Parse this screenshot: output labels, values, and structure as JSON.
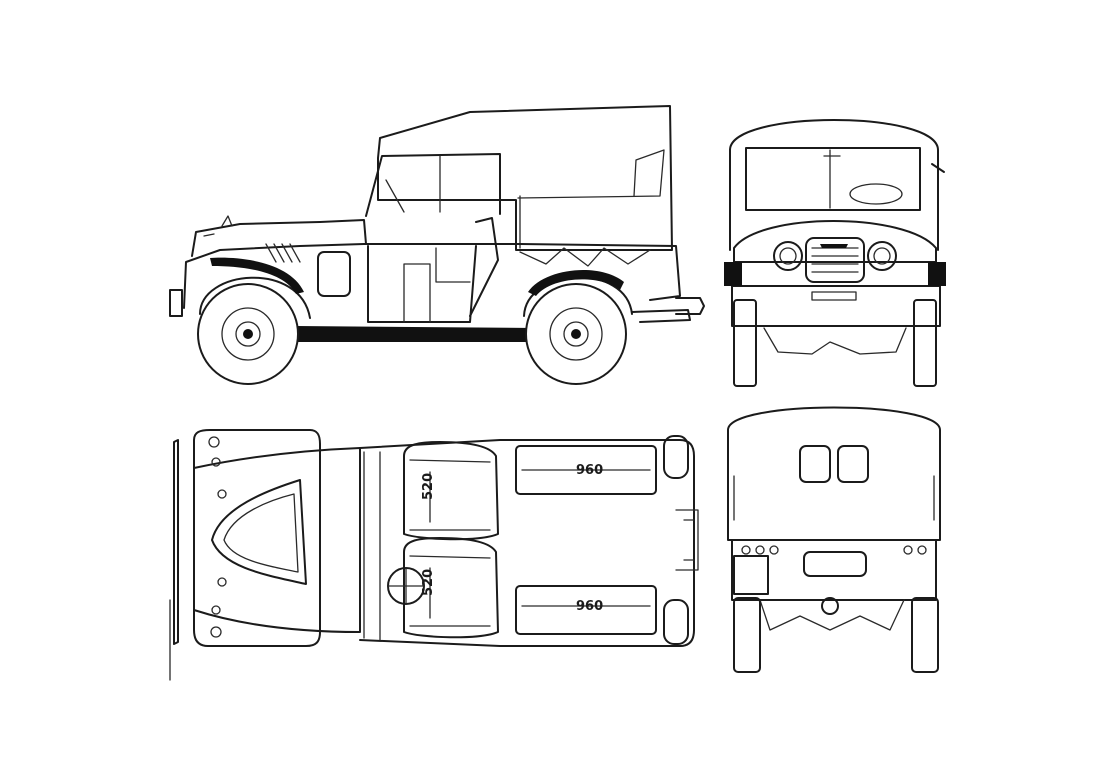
{
  "drawing": {
    "views": [
      {
        "id": "side",
        "label": ""
      },
      {
        "id": "front",
        "label": ""
      },
      {
        "id": "top",
        "label": ""
      },
      {
        "id": "rear",
        "label": ""
      }
    ],
    "dimensions": {
      "bench_top": "960",
      "bench_bottom": "960",
      "seat_upper": "520",
      "seat_lower": "520"
    }
  }
}
